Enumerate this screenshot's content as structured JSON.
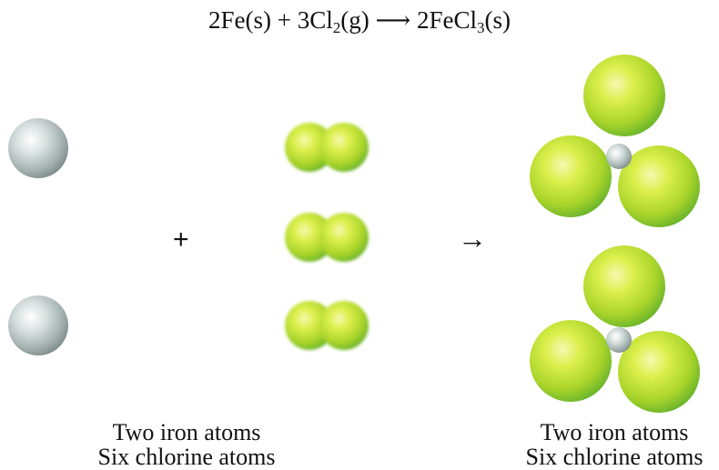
{
  "equation": {
    "coef_fe": "2",
    "fe": "Fe",
    "state_s1": "(s)",
    "plus": "+",
    "coef_cl": "3",
    "cl": "Cl",
    "sub_cl": "2",
    "state_g": "(g)",
    "arrow": "⟶",
    "product_coef": "2",
    "product": "FeCl",
    "sub_product": "3",
    "state_s2": "(s)"
  },
  "reactants": {
    "operator": "+",
    "caption_line1": "Two iron atoms",
    "caption_line2": "Six chlorine atoms"
  },
  "products": {
    "arrow": "→",
    "caption_line1": "Two iron atoms",
    "caption_line2": "Six chlorine atoms"
  },
  "colors": {
    "iron": "#b8c4c4",
    "chlorine": "#a8d630",
    "background": "#ffffff"
  }
}
